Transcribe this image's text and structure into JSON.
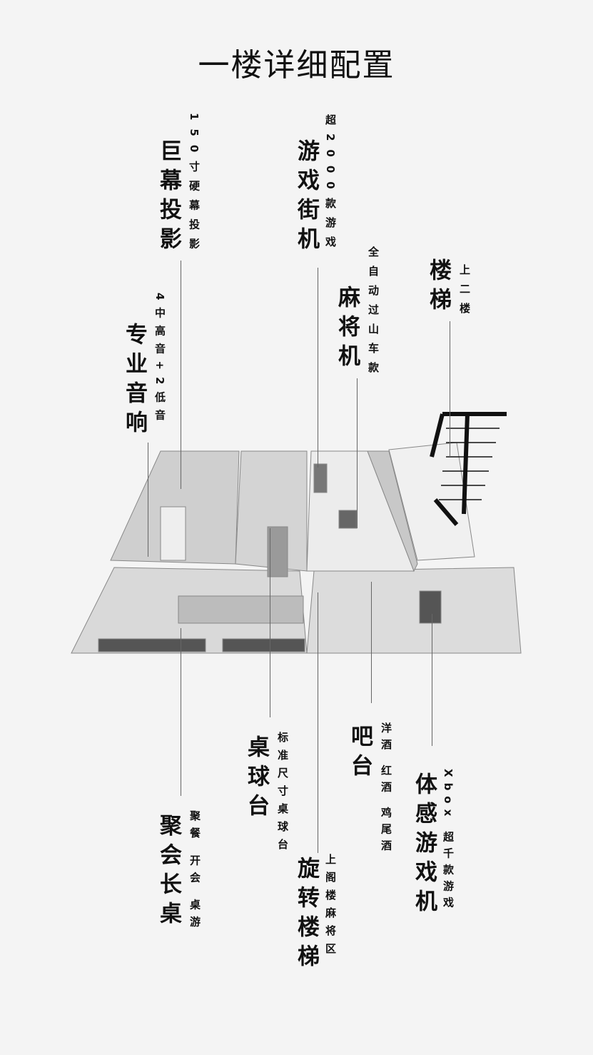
{
  "title": "一楼详细配置",
  "labels": {
    "projector": {
      "name": "巨幕投影",
      "desc": "150寸硬幕投影"
    },
    "arcade": {
      "name": "游戏街机",
      "desc": "超2000款游戏"
    },
    "mahjong": {
      "name": "麻将机",
      "desc": "全自动过山车款"
    },
    "stairs": {
      "name": "楼梯",
      "desc": "上二楼"
    },
    "audio": {
      "name": "专业音响",
      "desc": "4中高音+2低音"
    },
    "billiards": {
      "name": "桌球台",
      "desc": "标准尺寸桌球台"
    },
    "bar": {
      "name": "吧台",
      "desc": "洋酒 红酒 鸡尾酒"
    },
    "motion": {
      "name": "体感游戏机",
      "desc": "Xbox 超千款游戏"
    },
    "table": {
      "name": "聚会长桌",
      "desc": "聚餐 开会 桌游"
    },
    "spiral": {
      "name": "旋转楼梯",
      "desc": "上阁楼麻将区"
    }
  }
}
